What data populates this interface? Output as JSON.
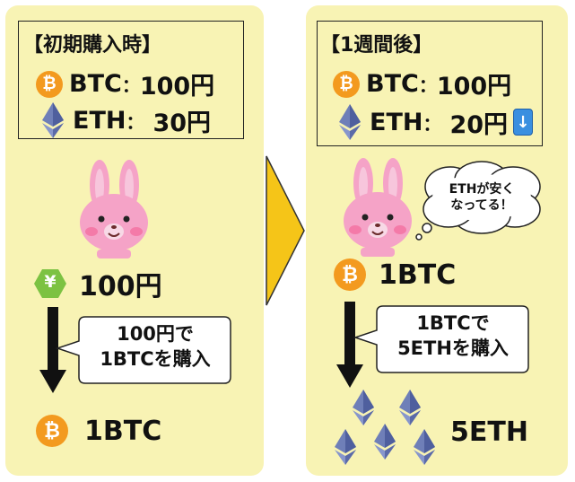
{
  "left": {
    "title": "【初期購入時】",
    "btc_label": "BTC",
    "btc_colon": "：",
    "btc_price": "100円",
    "eth_label": "ETH",
    "eth_colon": "：",
    "eth_price": "30円",
    "yen_amount": "100円",
    "yen_symbol": "¥",
    "callout_line1": "100円で",
    "callout_line2": "1BTCを購入",
    "result": "1BTC"
  },
  "right": {
    "title": "【1週間後】",
    "btc_label": "BTC",
    "btc_colon": "：",
    "btc_price": "100円",
    "eth_label": "ETH",
    "eth_colon": "：",
    "eth_price": "20円",
    "down_arrow": "↓",
    "thought_line1": "ETHが安く",
    "thought_line2": "なってる！",
    "holding": "1BTC",
    "callout_line1": "1BTCで",
    "callout_line2": "5ETHを購入",
    "result": "5ETH"
  },
  "icons": {
    "btc_glyph": "₿"
  },
  "colors": {
    "panel_bg": "#f8f3b4",
    "btc_orange": "#f39a1f",
    "eth_blue": "#6f7fb8",
    "arrow_yellow": "#f5c518",
    "yen_green": "#7cc242",
    "rabbit_pink": "#f5a3c7",
    "down_badge": "#3a8fe0"
  }
}
